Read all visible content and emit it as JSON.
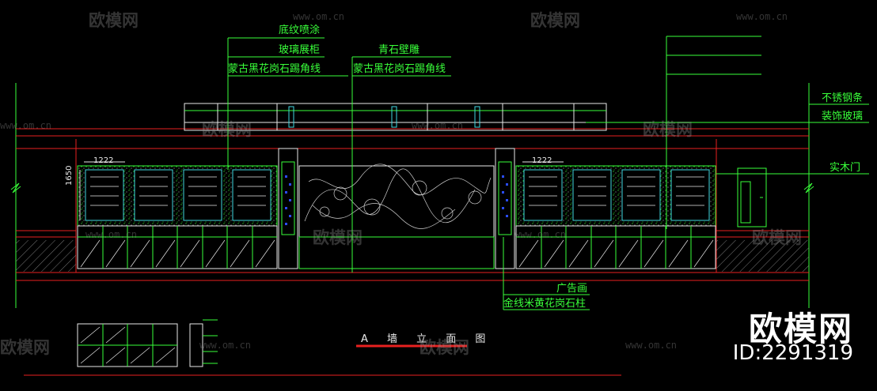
{
  "drawing": {
    "title": "A 墙 立 面 图",
    "labels_top_left": [
      "底纹喷涂",
      "玻璃展柜",
      "蒙古黑花岗石踢角线"
    ],
    "labels_top_center": [
      "青石壁雕",
      "蒙古黑花岗石踢角线"
    ],
    "labels_right": [
      "不锈钢条",
      "装饰玻璃",
      "实木门"
    ],
    "labels_bottom": [
      "广告画",
      "金线米黄花岗石柱"
    ],
    "dimensions": [
      "1222",
      "1222",
      "1650"
    ]
  },
  "watermark": {
    "brand": "欧模网",
    "url": "www.om.cn",
    "id": "ID:2291319"
  },
  "colors": {
    "background": "#000000",
    "label_green": "#39ff3a",
    "red_line": "#e8201f",
    "white_line": "#e8e8e8",
    "cyan_line": "#3fd9e0",
    "blue_mark": "#2b4dff"
  }
}
